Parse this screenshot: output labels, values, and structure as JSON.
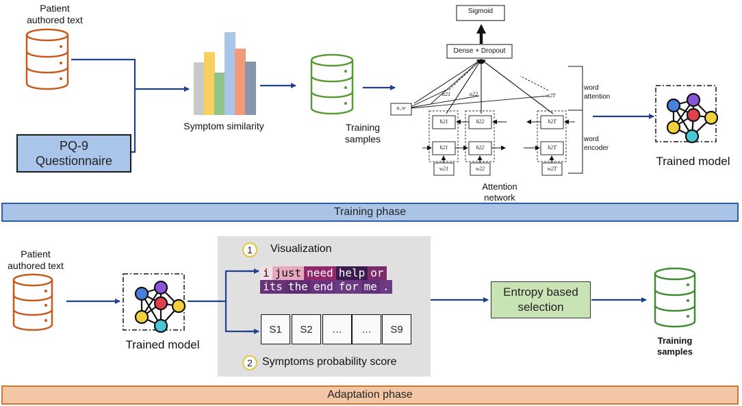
{
  "training": {
    "patient_text_label": [
      "Patient",
      "authored text"
    ],
    "pq9_label": [
      "PQ-9",
      "Questionnaire"
    ],
    "symptom_similarity_label": "Symptom similarity",
    "training_samples_label": [
      "Training",
      "samples"
    ],
    "attention_network_label": [
      "Attention",
      "network"
    ],
    "trained_model_label": "Trained model",
    "phase_label": "Training phase"
  },
  "attention_net": {
    "sigmoid_label": "Sigmoid",
    "dense_label": "Dense + Dropout",
    "word_attention_label": [
      "word",
      "attention"
    ],
    "word_encoder_label": [
      "word",
      "encoder"
    ],
    "uw_label": "u_w",
    "alpha_labels": [
      "α21",
      "α22",
      "α2T"
    ],
    "h_back_labels": [
      "h21",
      "h22",
      "h2T"
    ],
    "h_fwd_labels": [
      "h21",
      "h22",
      "h2T"
    ],
    "w_labels": [
      "w21",
      "w22",
      "w2T"
    ]
  },
  "adaptation": {
    "patient_text_label": [
      "Patient",
      "authored text"
    ],
    "trained_model_label": "Trained model",
    "visualization_number": "1",
    "visualization_title": "Visualization",
    "viz_line1": [
      {
        "word": "i",
        "bg": "#f6dde3",
        "fg": "#111111"
      },
      {
        "word": "just",
        "bg": "#e7a9bd",
        "fg": "#111111"
      },
      {
        "word": "need",
        "bg": "#94266a",
        "fg": "#ffffff"
      },
      {
        "word": "help",
        "bg": "#3a1c4e",
        "fg": "#ffffff"
      },
      {
        "word": "or",
        "bg": "#7a2a6d",
        "fg": "#ffffff"
      }
    ],
    "viz_line2": [
      {
        "word": "its",
        "bg": "#66327a",
        "fg": "#ffffff"
      },
      {
        "word": "the",
        "bg": "#5e2d74",
        "fg": "#ffffff"
      },
      {
        "word": "end",
        "bg": "#6a3480",
        "fg": "#ffffff"
      },
      {
        "word": "for",
        "bg": "#6c3a82",
        "fg": "#ffffff"
      },
      {
        "word": "me",
        "bg": "#62307a",
        "fg": "#ffffff"
      },
      {
        "word": ".",
        "bg": "#6d3b86",
        "fg": "#ffffff"
      }
    ],
    "symptom_boxes": [
      "S1",
      "S2",
      "…",
      "…",
      "S9"
    ],
    "probability_number": "2",
    "probability_title": "Symptoms probability score",
    "entropy_label": [
      "Entropy based",
      "selection"
    ],
    "training_samples_label": [
      "Training",
      "samples"
    ],
    "phase_label": "Adaptation phase"
  },
  "colors": {
    "db_orange": "#c8581c",
    "db_green": "#5a9a33",
    "db_green2": "#3f8a33",
    "arrow_blue": "#1f3f8f",
    "bar_colors": [
      "#c9c9c9",
      "#f8d060",
      "#8fc48a",
      "#a9c6ea",
      "#f19b7a",
      "#8596ad"
    ],
    "node_blue": "#4a7fdc",
    "node_purple": "#8a55d6",
    "node_red": "#e0404b",
    "node_yellow": "#f2d13e",
    "node_cyan": "#4bc8d8"
  }
}
